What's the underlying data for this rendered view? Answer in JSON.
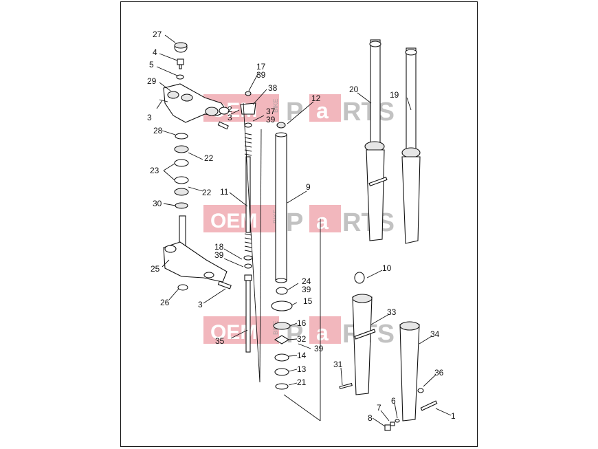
{
  "watermark": {
    "left": "OEM",
    "middle": "BIKE",
    "right_a": "P",
    "right_b": "a",
    "right_c": "RTS"
  },
  "callouts": [
    {
      "id": "c27",
      "text": "27"
    },
    {
      "id": "c4",
      "text": "4"
    },
    {
      "id": "c5",
      "text": "5"
    },
    {
      "id": "c29",
      "text": "29"
    },
    {
      "id": "c3a",
      "text": "3"
    },
    {
      "id": "c28",
      "text": "28"
    },
    {
      "id": "c23",
      "text": "23"
    },
    {
      "id": "c22a",
      "text": "22"
    },
    {
      "id": "c22b",
      "text": "22"
    },
    {
      "id": "c30",
      "text": "30"
    },
    {
      "id": "c25",
      "text": "25"
    },
    {
      "id": "c26",
      "text": "26"
    },
    {
      "id": "c3b",
      "text": "3"
    },
    {
      "id": "c17",
      "text": "17"
    },
    {
      "id": "c39a",
      "text": "39"
    },
    {
      "id": "c38",
      "text": "38"
    },
    {
      "id": "c2",
      "text": "2"
    },
    {
      "id": "c3c",
      "text": "3"
    },
    {
      "id": "c37",
      "text": "37"
    },
    {
      "id": "c39b",
      "text": "39"
    },
    {
      "id": "c12",
      "text": "12"
    },
    {
      "id": "c11",
      "text": "11"
    },
    {
      "id": "c9",
      "text": "9"
    },
    {
      "id": "c18",
      "text": "18"
    },
    {
      "id": "c39c",
      "text": "39"
    },
    {
      "id": "c35",
      "text": "35"
    },
    {
      "id": "c24",
      "text": "24"
    },
    {
      "id": "c39d",
      "text": "39"
    },
    {
      "id": "c15",
      "text": "15"
    },
    {
      "id": "c16",
      "text": "16"
    },
    {
      "id": "c32",
      "text": "32"
    },
    {
      "id": "c39e",
      "text": "39"
    },
    {
      "id": "c14",
      "text": "14"
    },
    {
      "id": "c13",
      "text": "13"
    },
    {
      "id": "c21",
      "text": "21"
    },
    {
      "id": "c20",
      "text": "20"
    },
    {
      "id": "c19",
      "text": "19"
    },
    {
      "id": "c10",
      "text": "10"
    },
    {
      "id": "c33",
      "text": "33"
    },
    {
      "id": "c34",
      "text": "34"
    },
    {
      "id": "c31",
      "text": "31"
    },
    {
      "id": "c36",
      "text": "36"
    },
    {
      "id": "c7",
      "text": "7"
    },
    {
      "id": "c6",
      "text": "6"
    },
    {
      "id": "c8",
      "text": "8"
    },
    {
      "id": "c1",
      "text": "1"
    }
  ]
}
